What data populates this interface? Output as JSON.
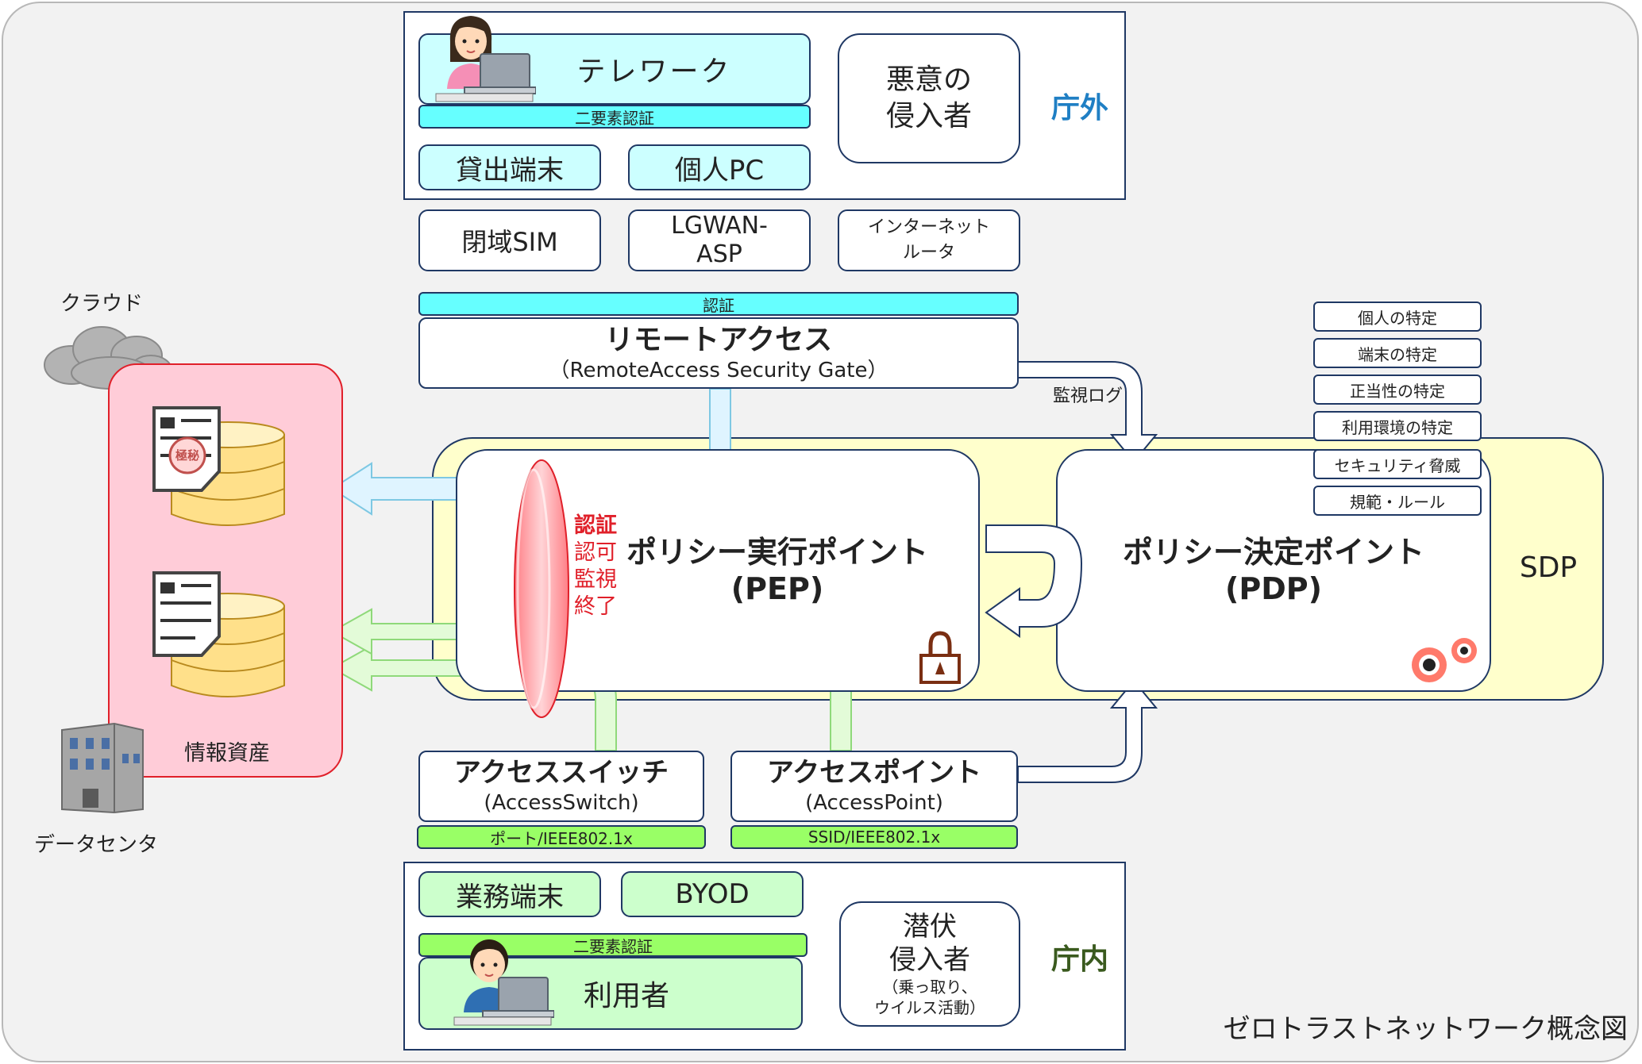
{
  "external": {
    "zone_label": "庁外",
    "telework": "テレワーク",
    "two_factor": "二要素認証",
    "loan_device": "貸出端末",
    "personal_pc": "個人PC",
    "malicious_line1": "悪意の",
    "malicious_line2": "侵入者"
  },
  "networks": {
    "closed_sim": "閉域SIM",
    "lgwan_line1": "LGWAN-",
    "lgwan_line2": "ASP",
    "router_line1": "インターネット",
    "router_line2": "ルータ"
  },
  "remote_access": {
    "auth_bar": "認証",
    "title": "リモートアクセス",
    "subtitle": "（RemoteAccess Security Gate）"
  },
  "monitor_log": "監視ログ",
  "pdp_checks": [
    "個人の特定",
    "端末の特定",
    "正当性の特定",
    "利用環境の特定",
    "セキュリティ脅威",
    "規範・ルール"
  ],
  "left": {
    "cloud_label": "クラウド",
    "assets_label": "情報資産",
    "datacenter_label": "データセンタ",
    "secret_mark": "極秘"
  },
  "gate": {
    "auth": "認証",
    "approve": "認可",
    "monitor": "監視",
    "end": "終了"
  },
  "pep": {
    "title": "ポリシー実行ポイント",
    "abbr": "(PEP)"
  },
  "pdp": {
    "title": "ポリシー決定ポイント",
    "abbr": "(PDP)"
  },
  "sdp_label": "SDP",
  "access_switch": {
    "title": "アクセススイッチ",
    "subtitle": "(AccessSwitch)",
    "bar": "ポート/IEEE802.1x"
  },
  "access_point": {
    "title": "アクセスポイント",
    "subtitle": "(AccessPoint)",
    "bar": "SSID/IEEE802.1x"
  },
  "internal": {
    "zone_label": "庁内",
    "business_device": "業務端末",
    "byod": "BYOD",
    "two_factor": "二要素認証",
    "user": "利用者",
    "latent_line1": "潜伏",
    "latent_line2": "侵入者",
    "latent_note1": "（乗っ取り、",
    "latent_note2": "ウイルス活動）"
  },
  "diagram_title": "ゼロトラストネットワーク概念図",
  "colors": {
    "outside_label": "#1f7fc4",
    "inside_label": "#3a5a1e",
    "gate_red": "#e0202a",
    "sdp_yellow": "#ffffcc",
    "assets_pink": "#ffccd8",
    "cyan_fill": "#ccffff",
    "green_fill": "#ccffcc"
  }
}
